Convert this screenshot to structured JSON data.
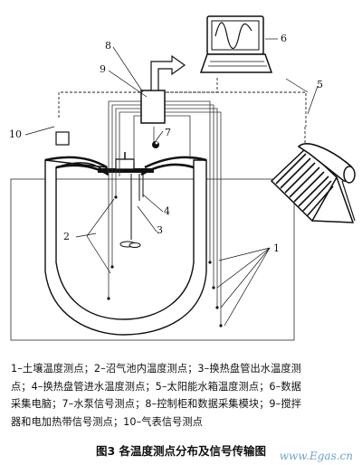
{
  "labels": {
    "n1": "1",
    "n2": "2",
    "n3": "3",
    "n4": "4",
    "n5": "5",
    "n6": "6",
    "n7": "7",
    "n8": "8",
    "n9": "9",
    "n10": "10"
  },
  "legend_lines": [
    "1–土壤温度测点；2–沼气池内温度测点；3–换热盘管出水温度测",
    "点；4–换热盘管进水温度测点；5–太阳能水箱温度测点；6–数据",
    "采集电脑；7–水泵信号测点；8–控制柜和数据采集模块；9–搅拌",
    "器和电加热带信号测点；10–气表信号测点"
  ],
  "caption": "图3  各温度测点分布及信号传输图",
  "watermark": "www.Egas.cn"
}
